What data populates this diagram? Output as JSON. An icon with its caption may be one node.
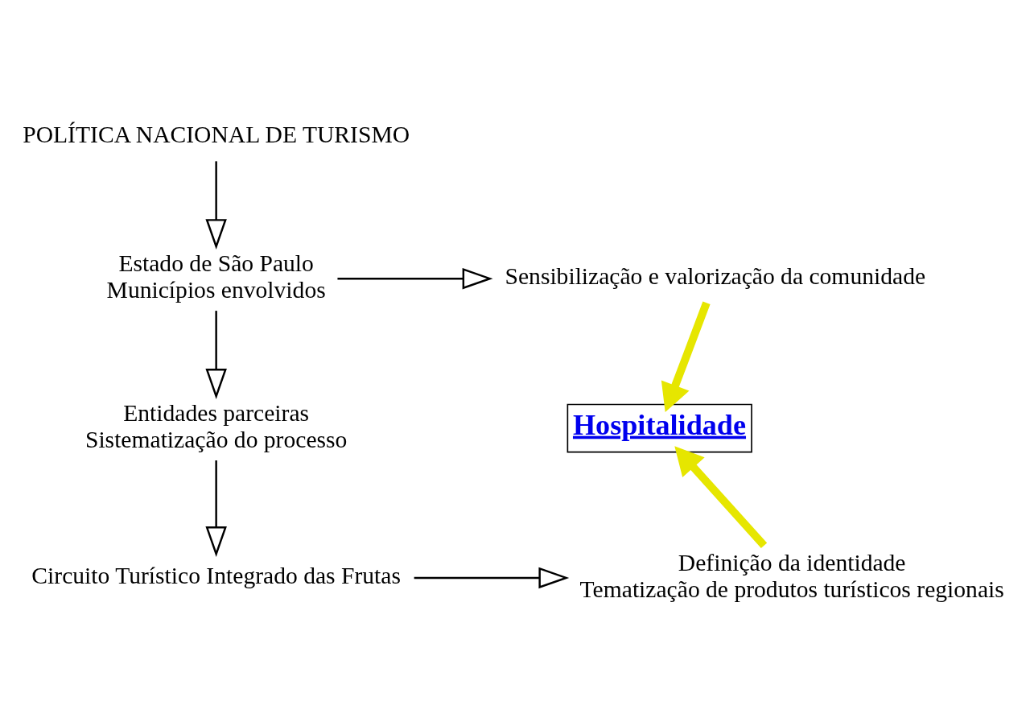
{
  "diagram": {
    "nodes": [
      {
        "text": [
          "POLÍTICA NACIONAL DE TURISMO"
        ]
      },
      {
        "text": [
          "Estado de São Paulo",
          "Municípios envolvidos"
        ]
      },
      {
        "text": [
          "Entidades parceiras",
          "Sistematização do processo"
        ]
      },
      {
        "text": [
          "Circuito Turístico Integrado das Frutas"
        ]
      },
      {
        "text": [
          "Sensibilização e valorização da comunidade"
        ]
      },
      {
        "text": [
          "Hospitalidade"
        ]
      },
      {
        "text": [
          "Definição da identidade",
          "Tematização de produtos turísticos regionais"
        ]
      }
    ],
    "edges": [
      {
        "from": 0,
        "to": 1,
        "arrow": "to"
      },
      {
        "from": 1,
        "to": 2,
        "arrow": "to"
      },
      {
        "from": 2,
        "to": 3,
        "arrow": "to"
      },
      {
        "from": 1,
        "to": 4,
        "arrow": "to"
      },
      {
        "from": 3,
        "to": 6,
        "arrow": "to"
      },
      {
        "from": 4,
        "to": 5,
        "arrow": "to",
        "style": "thick",
        "color": "#e6e600"
      },
      {
        "from": 6,
        "to": 5,
        "arrow": "to",
        "style": "thick",
        "color": "#e6e600"
      }
    ]
  }
}
